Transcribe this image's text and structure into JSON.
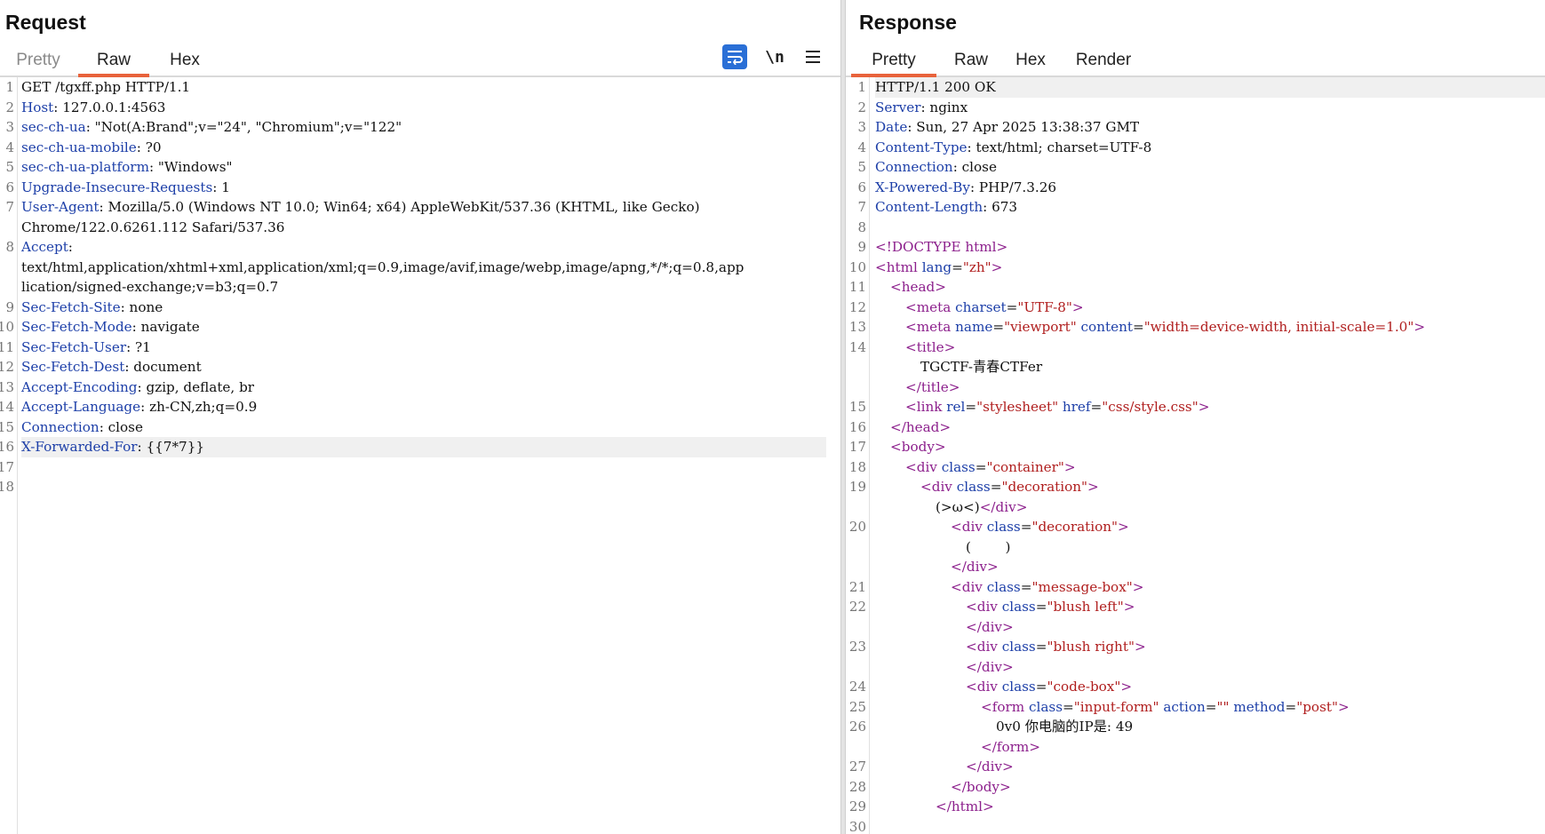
{
  "request": {
    "title": "Request",
    "tabs": [
      {
        "label": "Pretty"
      },
      {
        "label": "Raw"
      },
      {
        "label": "Hex"
      }
    ],
    "toolbar": {
      "wrap_icon": "wrap-lines-icon",
      "newline_label": "\\n",
      "menu_icon": "hamburger-menu-icon"
    },
    "line_numbers": [
      "1",
      "2",
      "3",
      "4",
      "5",
      "6",
      "7",
      "8",
      "9",
      "10",
      "11",
      "12",
      "13",
      "14",
      "15",
      "16",
      "17",
      "18"
    ],
    "lines": {
      "l1": "GET /tgxff.php HTTP/1.1",
      "l2k": "Host",
      "l2v": ": 127.0.0.1:4563",
      "l3k": "sec-ch-ua",
      "l3v": ": \"Not(A:Brand\";v=\"24\", \"Chromium\";v=\"122\"",
      "l4k": "sec-ch-ua-mobile",
      "l4v": ": ?0",
      "l5k": "sec-ch-ua-platform",
      "l5v": ": \"Windows\"",
      "l6k": "Upgrade-Insecure-Requests",
      "l6v": ": 1",
      "l7k": "User-Agent",
      "l7v": ": Mozilla/5.0 (Windows NT 10.0; Win64; x64) AppleWebKit/537.36 (KHTML, like Gecko)",
      "l7b": "Chrome/122.0.6261.112 Safari/537.36",
      "l8k": "Accept",
      "l8v": ":",
      "l8b": "text/html,application/xhtml+xml,application/xml;q=0.9,image/avif,image/webp,image/apng,*/*;q=0.8,app",
      "l8c": "lication/signed-exchange;v=b3;q=0.7",
      "l9k": "Sec-Fetch-Site",
      "l9v": ": none",
      "l10k": "Sec-Fetch-Mode",
      "l10v": ": navigate",
      "l11k": "Sec-Fetch-User",
      "l11v": ": ?1",
      "l12k": "Sec-Fetch-Dest",
      "l12v": ": document",
      "l13k": "Accept-Encoding",
      "l13v": ": gzip, deflate, br",
      "l14k": "Accept-Language",
      "l14v": ": zh-CN,zh;q=0.9",
      "l15k": "Connection",
      "l15v": ": close",
      "l16k": "X-Forwarded-For",
      "l16v": ": {{7*7}}"
    }
  },
  "response": {
    "title": "Response",
    "tabs": [
      {
        "label": "Pretty"
      },
      {
        "label": "Raw"
      },
      {
        "label": "Hex"
      },
      {
        "label": "Render"
      }
    ],
    "line_numbers": [
      "1",
      "2",
      "3",
      "4",
      "5",
      "6",
      "7",
      "8",
      "9",
      "10",
      "11",
      "12",
      "13",
      "14",
      "15",
      "16",
      "17",
      "18",
      "19",
      "20",
      "21",
      "22",
      "23",
      "24",
      "25",
      "26",
      "27",
      "28",
      "29",
      "30"
    ],
    "lines": {
      "r1": "HTTP/1.1 200 OK",
      "r2k": "Server",
      "r2v": ": nginx",
      "r3k": "Date",
      "r3v": ": Sun, 27 Apr 2025 13:38:37 GMT",
      "r4k": "Content-Type",
      "r4v": ": text/html; charset=UTF-8",
      "r5k": "Connection",
      "r5v": ": close",
      "r6k": "X-Powered-By",
      "r6v": ": PHP/7.3.26",
      "r7k": "Content-Length",
      "r7v": ": 673",
      "r9": "<!DOCTYPE html>",
      "r10a": "<html ",
      "r10b": "lang",
      "r10c": "=",
      "r10d": "\"zh\"",
      "r10e": ">",
      "r11": "<head>",
      "r12a": "<meta ",
      "r12b": "charset",
      "r12c": "=",
      "r12d": "\"UTF-8\"",
      "r12e": ">",
      "r13a": "<meta ",
      "r13b": "name",
      "r13c": "=",
      "r13d": "\"viewport\"",
      "r13f": " content",
      "r13g": "=",
      "r13h": "\"width=device-width, initial-scale=1.0\"",
      "r13e": ">",
      "r14": "<title>",
      "r14b": "TGCTF-青春CTFer",
      "r14c": "</title>",
      "r15a": "<link ",
      "r15b": "rel",
      "r15c": "=",
      "r15d": "\"stylesheet\"",
      "r15f": " href",
      "r15g": "=",
      "r15h": "\"css/style.css\"",
      "r15e": ">",
      "r16": "</head>",
      "r17": "<body>",
      "r18a": "<div ",
      "r18b": "class",
      "r18c": "=",
      "r18d": "\"container\"",
      "r18e": ">",
      "r19a": "<div ",
      "r19b": "class",
      "r19c": "=",
      "r19d": "\"decoration\"",
      "r19e": ">",
      "r19t": "(>ω<)",
      "r19u": "</div>",
      "r20a": "<div ",
      "r20b": "class",
      "r20c": "=",
      "r20d": "\"decoration\"",
      "r20e": ">",
      "r20t": "(        )",
      "r20u": "</div>",
      "r21a": "<div ",
      "r21b": "class",
      "r21c": "=",
      "r21d": "\"message-box\"",
      "r21e": ">",
      "r22a": "<div ",
      "r22b": "class",
      "r22c": "=",
      "r22d": "\"blush left\"",
      "r22e": ">",
      "r22u": "</div>",
      "r23a": "<div ",
      "r23b": "class",
      "r23c": "=",
      "r23d": "\"blush right\"",
      "r23e": ">",
      "r23u": "</div>",
      "r24a": "<div ",
      "r24b": "class",
      "r24c": "=",
      "r24d": "\"code-box\"",
      "r24e": ">",
      "r25a": "<form ",
      "r25b": "class",
      "r25c": "=",
      "r25d": "\"input-form\"",
      "r25f": " action",
      "r25g": "=",
      "r25h": "\"\"",
      "r25i": " method",
      "r25j": "=",
      "r25k": "\"post\"",
      "r25e": ">",
      "r26": "0v0 你电脑的IP是: 49",
      "r26u": "</form>",
      "r27": "</div>",
      "r28": "</body>",
      "r29": "</html>"
    }
  },
  "colors": {
    "accent_tab": "#e8623b",
    "wrap_button": "#2a6fd6",
    "header_name": "#1d3fa8",
    "tag": "#8c1f8c",
    "attr_value": "#b01e1e"
  }
}
